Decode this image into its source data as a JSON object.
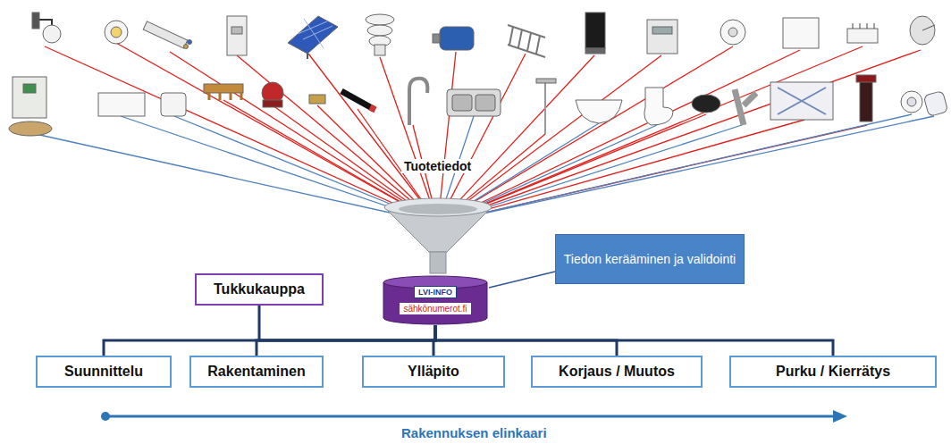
{
  "diagram": {
    "nodes": [
      {
        "text": [
          "LVI-INFO",
          "sähkönumerot.fi"
        ]
      },
      {
        "text": [
          "Tiedon kerääminen ja validointi"
        ]
      },
      {
        "text": [
          "Tukkukauppa"
        ]
      },
      {
        "text": [
          "Suunnittelu"
        ]
      },
      {
        "text": [
          "Rakentaminen"
        ]
      },
      {
        "text": [
          "Ylläpito"
        ]
      },
      {
        "text": [
          "Korjaus / Muutos"
        ]
      },
      {
        "text": [
          "Purku / Kierrätys"
        ]
      }
    ],
    "edges": [
      {
        "from": 1,
        "to": 0,
        "arrow": "none"
      },
      {
        "from": 0,
        "to": 2,
        "arrow": "none"
      },
      {
        "from": 0,
        "to": 3,
        "arrow": "none"
      },
      {
        "from": 0,
        "to": 4,
        "arrow": "none"
      },
      {
        "from": 0,
        "to": 5,
        "arrow": "none"
      },
      {
        "from": 0,
        "to": 6,
        "arrow": "none"
      },
      {
        "from": 0,
        "to": 7,
        "arrow": "none"
      }
    ],
    "labels": [
      "Tuotetiedot",
      "Rakennuksen elinkaari"
    ]
  }
}
